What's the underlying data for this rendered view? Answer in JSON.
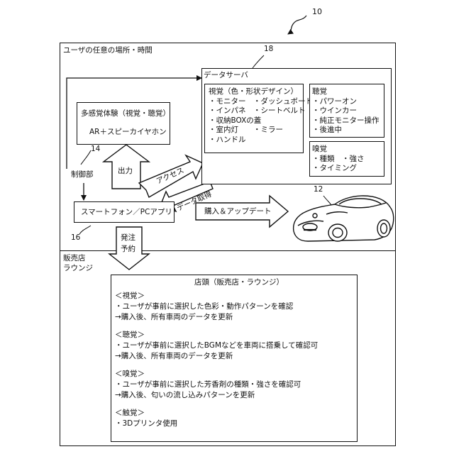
{
  "figure_ref": "10",
  "user_area": {
    "label": "ユーザの任意の場所・時間"
  },
  "server": {
    "ref": "18",
    "title": "データサーバ",
    "visual": {
      "items": [
        "視覚（色・形状デザイン）",
        "・モニター　・ダッシュボード",
        "・インパネ　・シートベルト",
        "・収納BOXの蓋",
        "・室内灯　　・ミラー",
        "・ハンドル"
      ]
    },
    "auditory": {
      "items": [
        "聴覚",
        "・パワーオン",
        "・ウインカー",
        "・純正モニター操作",
        "・後進中"
      ]
    },
    "olfactory": {
      "items": [
        "嗅覚",
        "・種類　・強さ",
        "・タイミング"
      ]
    }
  },
  "experience": {
    "line1": "多感覚体験（視覚・聴覚）",
    "line2": "AR＋スピーカイヤホン"
  },
  "controller": {
    "ref": "14",
    "label": "制御部"
  },
  "output_arrow": {
    "label": "出力"
  },
  "smartphone": {
    "ref": "16",
    "label": "スマートフォン／PCアプリ"
  },
  "access_arrow": {
    "label": "アクセス"
  },
  "data_arrow": {
    "label": "データ取得"
  },
  "purchase_arrow": {
    "label": "購入＆アップデート"
  },
  "car": {
    "ref": "12"
  },
  "order_arrow": {
    "label1": "発注",
    "label2": "予約"
  },
  "dealer_area": {
    "label1": "販売店",
    "label2": "ラウンジ"
  },
  "shop": {
    "title": "店頭（販売店・ラウンジ）",
    "lines": [
      "＜視覚＞",
      "・ユーザが事前に選択した色彩・動作パターンを確認",
      "→購入後、所有車両のデータを更新",
      "",
      "＜聴覚＞",
      "・ユーザが事前に選択したBGMなどを車両に搭乗して確認可",
      "→購入後、所有車両のデータを更新",
      "",
      "＜嗅覚＞",
      "・ユーザが事前に選択した芳香剤の種類・強さを確認可",
      "→購入後、匂いの流し込みパターンを更新",
      "",
      "＜触覚＞",
      "・3Dプリンタ使用"
    ]
  }
}
